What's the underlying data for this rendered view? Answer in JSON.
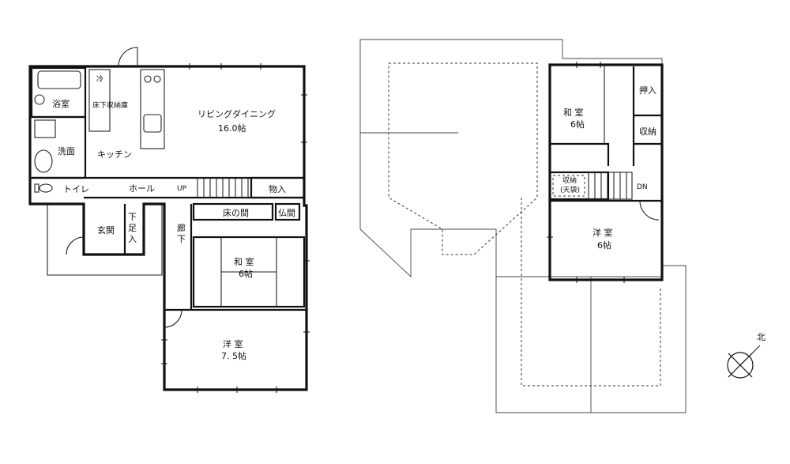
{
  "floor1": {
    "rooms": {
      "bath": "浴室",
      "washroom": "洗面",
      "toilet": "トイレ",
      "kitchen": "キッチン",
      "living_dining": "リビングダイニング",
      "living_dining_size": "16.0帖",
      "hall": "ホール",
      "storage": "物入",
      "tokonoma": "床の間",
      "butsuma": "仏間",
      "genkan": "玄関",
      "getabako": "下足入",
      "corridor": "廊下",
      "washitsu": "和 室",
      "washitsu_size": "6帖",
      "youshitsu": "洋 室",
      "youshitsu_size": "7. 5帖",
      "underfloor": "床下収納庫",
      "fridge": "冷",
      "stairs_up": "UP"
    }
  },
  "floor2": {
    "rooms": {
      "washitsu": "和 室",
      "washitsu_size": "6帖",
      "oshiire": "押入",
      "closet": "収納",
      "attic_storage_1": "収納",
      "attic_storage_2": "(天袋)",
      "stairs_down": "DN",
      "youshitsu": "洋 室",
      "youshitsu_size": "6帖"
    }
  },
  "compass": {
    "label": "北"
  }
}
